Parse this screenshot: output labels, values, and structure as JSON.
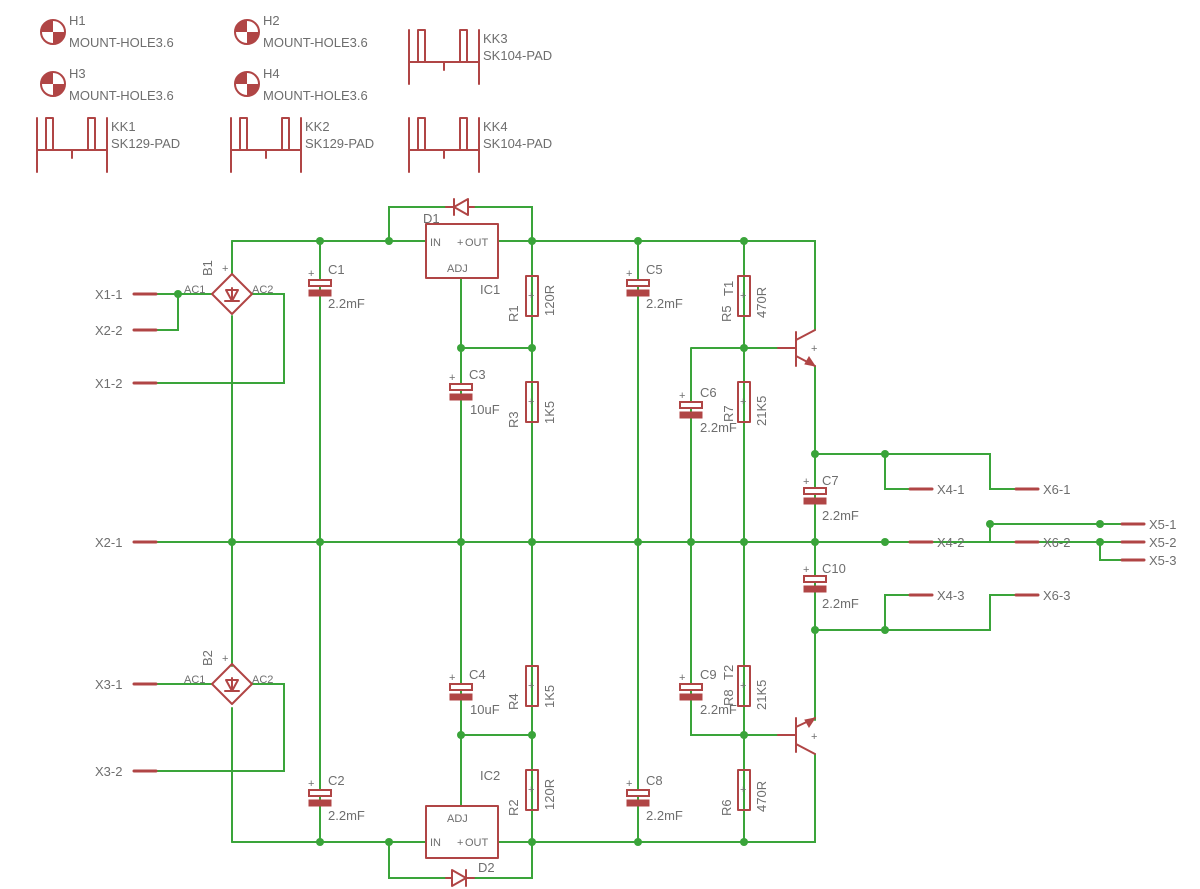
{
  "holes": [
    {
      "name": "H1",
      "value": "MOUNT-HOLE3.6"
    },
    {
      "name": "H2",
      "value": "MOUNT-HOLE3.6"
    },
    {
      "name": "H3",
      "value": "MOUNT-HOLE3.6"
    },
    {
      "name": "H4",
      "value": "MOUNT-HOLE3.6"
    }
  ],
  "heatsinks": [
    {
      "name": "KK3",
      "value": "SK104-PAD"
    },
    {
      "name": "KK1",
      "value": "SK129-PAD"
    },
    {
      "name": "KK2",
      "value": "SK129-PAD"
    },
    {
      "name": "KK4",
      "value": "SK104-PAD"
    }
  ],
  "bridges": [
    {
      "name": "B1",
      "ac1": "AC1",
      "ac2": "AC2"
    },
    {
      "name": "B2",
      "ac1": "AC1",
      "ac2": "AC2"
    }
  ],
  "regulators": [
    {
      "name": "IC1",
      "in": "IN",
      "out": "OUT",
      "adj": "ADJ"
    },
    {
      "name": "IC2",
      "in": "IN",
      "out": "OUT",
      "adj": "ADJ"
    }
  ],
  "diodes": [
    "D1",
    "D2"
  ],
  "capacitors": [
    {
      "name": "C1",
      "value": "2.2mF"
    },
    {
      "name": "C2",
      "value": "2.2mF"
    },
    {
      "name": "C3",
      "value": "10uF"
    },
    {
      "name": "C4",
      "value": "10uF"
    },
    {
      "name": "C5",
      "value": "2.2mF"
    },
    {
      "name": "C6",
      "value": "2.2mF"
    },
    {
      "name": "C7",
      "value": "2.2mF"
    },
    {
      "name": "C8",
      "value": "2.2mF"
    },
    {
      "name": "C9",
      "value": "2.2mF"
    },
    {
      "name": "C10",
      "value": "2.2mF"
    }
  ],
  "resistors": [
    {
      "name": "R1",
      "value": "120R"
    },
    {
      "name": "R2",
      "value": "120R"
    },
    {
      "name": "R3",
      "value": "1K5"
    },
    {
      "name": "R4",
      "value": "1K5"
    },
    {
      "name": "R5",
      "value": "470R"
    },
    {
      "name": "R6",
      "value": "470R"
    },
    {
      "name": "R7",
      "value": "21K5"
    },
    {
      "name": "R8",
      "value": "21K5"
    }
  ],
  "transistors": [
    "T1",
    "T2"
  ],
  "connectors": [
    "X1-1",
    "X2-2",
    "X1-2",
    "X2-1",
    "X3-1",
    "X3-2",
    "X4-1",
    "X4-2",
    "X4-3",
    "X5-1",
    "X5-2",
    "X5-3",
    "X6-1",
    "X6-2",
    "X6-3"
  ]
}
